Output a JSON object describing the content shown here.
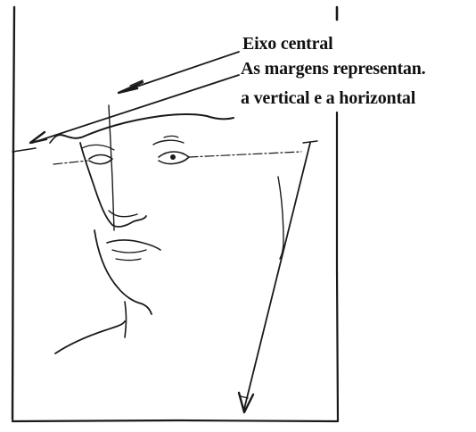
{
  "labels": {
    "central_axis": "Eixo central",
    "margins_line1": "As margens representan.",
    "margins_line2": "a vertical  e a horizontal"
  },
  "colors": {
    "ink": "#1a1a1a",
    "paper": "#ffffff"
  }
}
